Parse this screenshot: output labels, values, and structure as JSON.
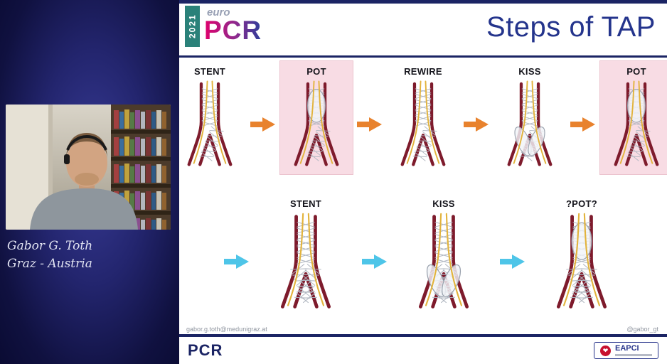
{
  "speaker": {
    "line1": "Gabor G. Toth",
    "line2": "Graz - Austria"
  },
  "header": {
    "year": "2021",
    "euro": "euro",
    "pcr": "PCR",
    "title": "Steps of TAP"
  },
  "rows": [
    {
      "name": "row1",
      "arrow_color": "#E8822D",
      "leading_arrow": false,
      "steps": [
        {
          "label": "STENT",
          "highlight": false,
          "figure": {
            "mesh": [
              "trunk",
              "right"
            ],
            "balloons": []
          }
        },
        {
          "label": "POT",
          "highlight": true,
          "figure": {
            "mesh": [
              "trunk",
              "right"
            ],
            "balloons": [
              "prox"
            ]
          }
        },
        {
          "label": "REWIRE",
          "highlight": false,
          "figure": {
            "mesh": [
              "trunk",
              "right"
            ],
            "balloons": []
          }
        },
        {
          "label": "KISS",
          "highlight": false,
          "figure": {
            "mesh": [
              "trunk",
              "right"
            ],
            "balloons": [
              "side",
              "distal"
            ]
          }
        },
        {
          "label": "POT",
          "highlight": true,
          "figure": {
            "mesh": [
              "trunk",
              "right"
            ],
            "balloons": [
              "prox"
            ]
          }
        }
      ]
    },
    {
      "name": "row2",
      "arrow_color": "#4EC5E8",
      "leading_arrow": true,
      "steps": [
        {
          "label": "STENT",
          "highlight": false,
          "figure": {
            "mesh": [
              "trunk",
              "right",
              "left"
            ],
            "balloons": []
          }
        },
        {
          "label": "KISS",
          "highlight": false,
          "figure": {
            "mesh": [
              "trunk",
              "right",
              "left"
            ],
            "balloons": [
              "side",
              "distal"
            ]
          }
        },
        {
          "label": "?POT?",
          "highlight": false,
          "figure": {
            "mesh": [
              "trunk",
              "right",
              "left"
            ],
            "balloons": [
              "prox"
            ]
          }
        }
      ]
    }
  ],
  "footer": {
    "email": "gabor.g.toth@medunigraz.at",
    "handle": "@gabor_gt",
    "pcr_logo": "PCR",
    "eapci": "EAPCI"
  },
  "colors": {
    "vessel": "#7E1B2C",
    "wire": "#E2B33C",
    "mesh": "#AFB5C0",
    "balloon_stroke": "#99A1AD",
    "highlight_bg": "#F8DCE4",
    "highlight_border": "#EBC3CE",
    "navy": "#1B2464",
    "title": "#24348C",
    "teal": "#2A8179",
    "orange": "#E8822D",
    "cyan": "#4EC5E8"
  }
}
